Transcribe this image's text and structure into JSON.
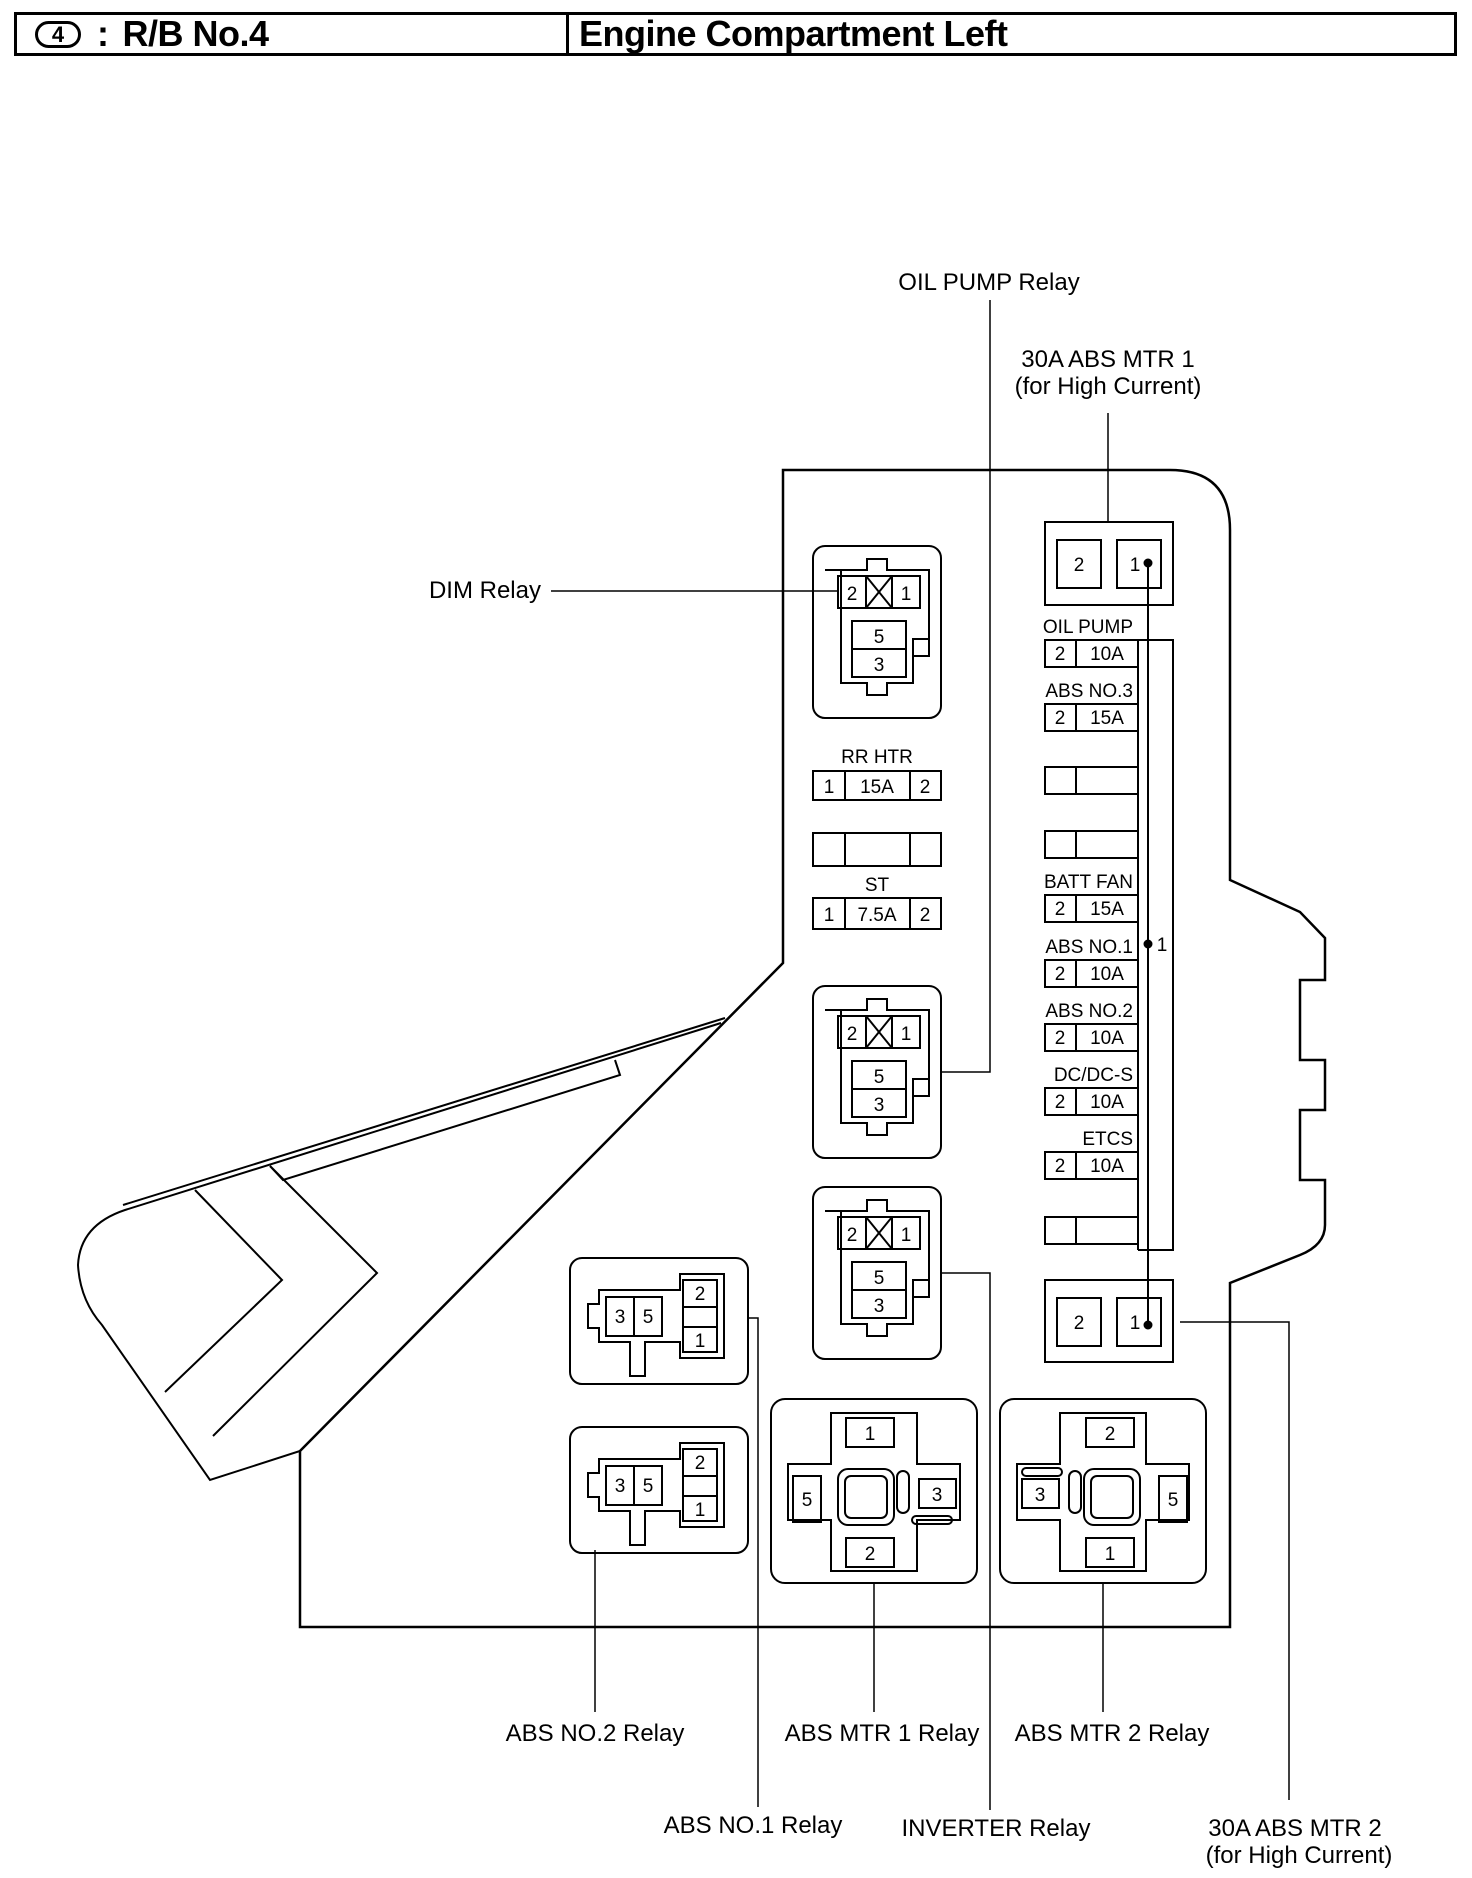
{
  "header": {
    "block_number": "4",
    "block_name": "R/B No.4",
    "location": "Engine Compartment Left"
  },
  "callouts": {
    "oil_pump_relay": "OIL PUMP Relay",
    "abs_mtr1_fuse_line1": "30A ABS MTR 1",
    "abs_mtr1_fuse_line2": "(for High Current)",
    "dim_relay": "DIM Relay",
    "abs_no2_relay": "ABS NO.2 Relay",
    "abs_mtr1_relay": "ABS MTR 1 Relay",
    "abs_mtr2_relay": "ABS MTR 2 Relay",
    "abs_no1_relay": "ABS NO.1 Relay",
    "inverter_relay": "INVERTER Relay",
    "abs_mtr2_fuse_line1": "30A ABS MTR 2",
    "abs_mtr2_fuse_line2": "(for High Current)"
  },
  "horizontal_fuses": [
    {
      "name": "RR HTR",
      "pin_left": "1",
      "rating": "15A",
      "pin_right": "2"
    },
    {
      "name": "",
      "pin_left": "",
      "rating": "",
      "pin_right": ""
    },
    {
      "name": "ST",
      "pin_left": "1",
      "rating": "7.5A",
      "pin_right": "2"
    }
  ],
  "fuse_column": [
    {
      "name": "OIL PUMP",
      "pin": "2",
      "rating": "10A"
    },
    {
      "name": "ABS NO.3",
      "pin": "2",
      "rating": "15A"
    },
    {
      "name": "",
      "pin": "",
      "rating": ""
    },
    {
      "name": "",
      "pin": "",
      "rating": ""
    },
    {
      "name": "BATT FAN",
      "pin": "2",
      "rating": "15A"
    },
    {
      "name": "ABS NO.1",
      "pin": "2",
      "rating": "10A"
    },
    {
      "name": "ABS NO.2",
      "pin": "2",
      "rating": "10A"
    },
    {
      "name": "DC/DC-S",
      "pin": "2",
      "rating": "10A"
    },
    {
      "name": "ETCS",
      "pin": "2",
      "rating": "10A"
    },
    {
      "name": "",
      "pin": "",
      "rating": ""
    }
  ],
  "bus_pin_label": "1",
  "high_current_fuses": {
    "top": {
      "pin_left": "2",
      "pin_right": "1"
    },
    "bottom": {
      "pin_left": "2",
      "pin_right": "1"
    }
  },
  "relays_5pin": {
    "dim": {
      "pin_a": "2",
      "pin_b": "1",
      "pin_c": "5",
      "pin_d": "3"
    },
    "oil_pump": {
      "pin_a": "2",
      "pin_b": "1",
      "pin_c": "5",
      "pin_d": "3"
    },
    "inverter": {
      "pin_a": "2",
      "pin_b": "1",
      "pin_c": "5",
      "pin_d": "3"
    }
  },
  "relays_small": {
    "abs_no1": {
      "pin_a": "3",
      "pin_b": "5",
      "pin_c": "2",
      "pin_d": "1"
    },
    "abs_no2": {
      "pin_a": "3",
      "pin_b": "5",
      "pin_c": "2",
      "pin_d": "1"
    }
  },
  "relays_large": {
    "abs_mtr1": {
      "top": "1",
      "left": "5",
      "right": "3",
      "bottom": "2"
    },
    "abs_mtr2": {
      "top": "2",
      "left": "3",
      "right": "5",
      "bottom": "1"
    }
  }
}
